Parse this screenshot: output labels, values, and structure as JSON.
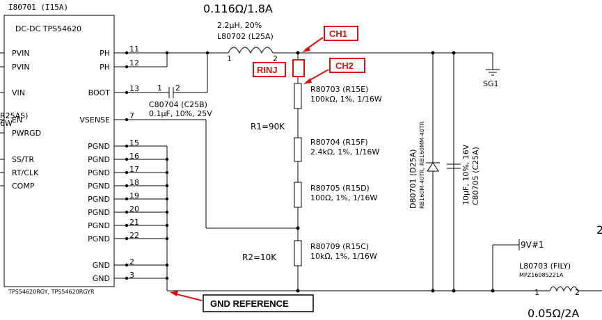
{
  "ic": {
    "ref": "I80701 (I15A)",
    "name": "DC-DC TPS54620",
    "part_numbers": "TPS54620RGY, TPS54620RGYR",
    "left_pins": [
      "PVIN",
      "PVIN",
      "VIN",
      "EN",
      "PWRGD",
      "SS/TR",
      "RT/CLK",
      "COMP"
    ],
    "left_partial_1": "R25AS)",
    "left_partial_2": "6W",
    "right_pins": [
      {
        "name": "PH",
        "num": "11"
      },
      {
        "name": "PH",
        "num": "12"
      },
      {
        "name": "BOOT",
        "num": "13"
      },
      {
        "name": "VSENSE",
        "num": "7"
      },
      {
        "name": "PGND",
        "num": "15"
      },
      {
        "name": "PGND",
        "num": "16"
      },
      {
        "name": "PGND",
        "num": "17"
      },
      {
        "name": "PGND",
        "num": "18"
      },
      {
        "name": "PGND",
        "num": "19"
      },
      {
        "name": "PGND",
        "num": "20"
      },
      {
        "name": "PGND",
        "num": "21"
      },
      {
        "name": "PGND",
        "num": "22"
      },
      {
        "name": "GND",
        "num": "2"
      },
      {
        "name": "GND",
        "num": "3"
      }
    ]
  },
  "header_rating": "0.116Ω/1.8A",
  "inductor": {
    "value": "2.2μH, 20%",
    "ref": "L80702 (L25A)",
    "pin1": "1",
    "pin2": "2"
  },
  "boot_cap": {
    "ref": "C80704 (C25B)",
    "value": "0.1μF, 10%, 25V",
    "pin1": "1",
    "pin2": "2"
  },
  "resistors": [
    {
      "ref": "R80703 (R15E)",
      "value": "100kΩ, 1%, 1/16W"
    },
    {
      "ref": "R80704 (R15F)",
      "value": "2.4kΩ, 1%, 1/16W"
    },
    {
      "ref": "R80705 (R15D)",
      "value": "100Ω, 1%, 1/16W"
    },
    {
      "ref": "R80709 (R15C)",
      "value": "10kΩ, 1%, 1/16W"
    }
  ],
  "r1_label": "R1=90K",
  "r2_label": "R2=10K",
  "diode": {
    "ref": "D80701 (D25A)",
    "part": "RB160M-40TR, RB160MM-40TR"
  },
  "out_cap": {
    "value": "10μF, 10%, 16V",
    "ref": "C80705 (C25A)"
  },
  "ground_symbol": "SG1",
  "net_label": "9V#1",
  "ferrite": {
    "ref": "L80703 (FILY)",
    "part": "MPZ1608S221A",
    "pin1": "1",
    "pin2": "2"
  },
  "footer_rating": "0.05Ω/2A",
  "right_edge_char": "2",
  "annotations": {
    "ch1": "CH1",
    "ch2": "CH2",
    "rinj": "RINJ",
    "gnd_ref": "GND REFERENCE"
  },
  "colors": {
    "annotation": "#e01010",
    "wire": "#000000"
  }
}
